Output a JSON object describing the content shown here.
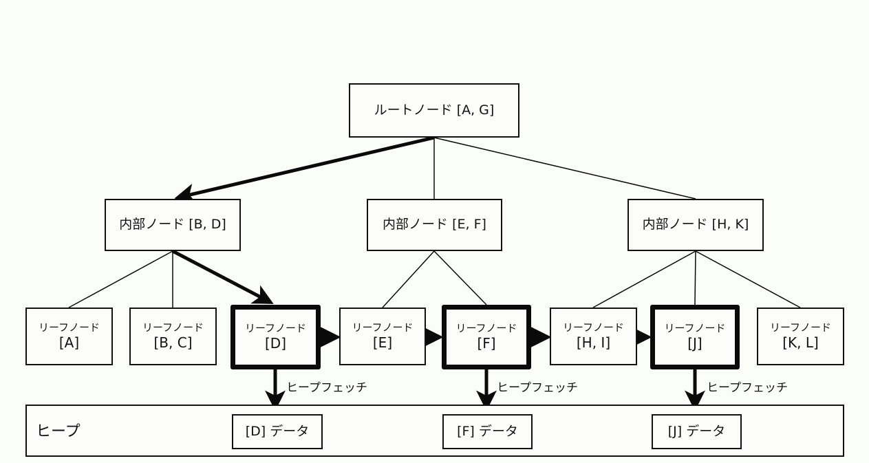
{
  "diagram": {
    "colors": {
      "background": "#fbfdf9",
      "stroke": "#111111",
      "box_fill": "#fcfdfb"
    },
    "root": {
      "label": "ルートノード [A, G]"
    },
    "internal": [
      {
        "label": "内部ノード [B, D]",
        "highlighted": false
      },
      {
        "label": "内部ノード [E, F]",
        "highlighted": false
      },
      {
        "label": "内部ノード [H, K]",
        "highlighted": false
      }
    ],
    "leaves": [
      {
        "title": "リーフノード",
        "keys": "[A]",
        "highlighted": false
      },
      {
        "title": "リーフノード",
        "keys": "[B, C]",
        "highlighted": false
      },
      {
        "title": "リーフノード",
        "keys": "[D]",
        "highlighted": true
      },
      {
        "title": "リーフノード",
        "keys": "[E]",
        "highlighted": false
      },
      {
        "title": "リーフノード",
        "keys": "[F]",
        "highlighted": true
      },
      {
        "title": "リーフノード",
        "keys": "[H, I]",
        "highlighted": false
      },
      {
        "title": "リーフノード",
        "keys": "[J]",
        "highlighted": true
      },
      {
        "title": "リーフノード",
        "keys": "[K, L]",
        "highlighted": false
      }
    ],
    "fetch_label": "ヒープフェッチ",
    "heap": {
      "title": "ヒープ",
      "items": [
        "[D] データ",
        "[F] データ",
        "[J] データ"
      ]
    },
    "edges": {
      "tree": [
        [
          "root",
          "internal-0",
          "bold-arrow"
        ],
        [
          "root",
          "internal-1",
          "thin"
        ],
        [
          "root",
          "internal-2",
          "thin"
        ],
        [
          "internal-0",
          "leaf-0",
          "thin"
        ],
        [
          "internal-0",
          "leaf-1",
          "thin"
        ],
        [
          "internal-0",
          "leaf-2",
          "bold-arrow"
        ],
        [
          "internal-1",
          "leaf-3",
          "thin"
        ],
        [
          "internal-1",
          "leaf-4",
          "thin"
        ],
        [
          "internal-2",
          "leaf-5",
          "thin"
        ],
        [
          "internal-2",
          "leaf-6",
          "thin"
        ],
        [
          "internal-2",
          "leaf-7",
          "thin"
        ]
      ],
      "leaf_scan": [
        [
          "leaf-2",
          "leaf-3"
        ],
        [
          "leaf-3",
          "leaf-4"
        ],
        [
          "leaf-4",
          "leaf-5"
        ],
        [
          "leaf-5",
          "leaf-6"
        ]
      ],
      "heap_fetch": [
        [
          "leaf-2",
          "heap-0"
        ],
        [
          "leaf-4",
          "heap-1"
        ],
        [
          "leaf-6",
          "heap-2"
        ]
      ]
    }
  }
}
